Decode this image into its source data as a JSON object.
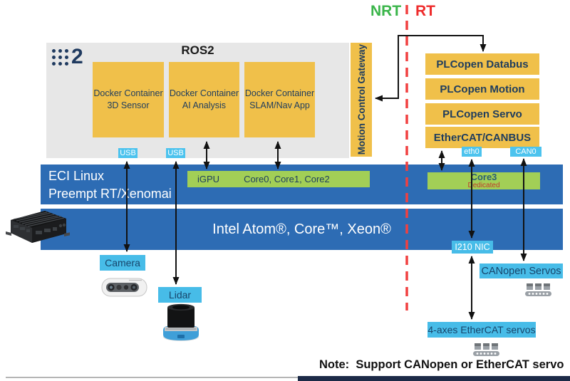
{
  "colors": {
    "yellow": "#f0c04a",
    "blue_band": "#2d6cb4",
    "green": "#a2cf56",
    "cyan": "#47bce8",
    "nrt_green": "#3ab54a",
    "rt_red": "#ee2b2b",
    "navy_text": "#1e3c5e"
  },
  "zones": {
    "nrt": "NRT",
    "rt": "RT"
  },
  "ros2_panel": {
    "title": "ROS2",
    "logo_two": "2",
    "containers": [
      {
        "line1": "Docker Container",
        "line2": "3D Sensor"
      },
      {
        "line1": "Docker Container",
        "line2": "AI Analysis"
      },
      {
        "line1": "Docker Container",
        "line2": "SLAM/Nav App"
      }
    ]
  },
  "ports": {
    "usb1": "USB",
    "usb2": "USB",
    "eth0": "eth0",
    "can0": "CAN0"
  },
  "motion_gateway": {
    "label": "Motion Control Gateway"
  },
  "plcopen": {
    "databus": "PLCopen Databus",
    "motion": "PLCopen Motion",
    "servo": "PLCopen Servo",
    "ethercat": "EtherCAT/CANBUS"
  },
  "os_band": {
    "line1": "ECI Linux",
    "line2": "Preempt RT/Xenomai",
    "igpu": "iGPU",
    "cores": "Core0, Core1, Core2",
    "core3": "Core3",
    "dedicated": "Dedicated"
  },
  "cpu_band": {
    "label": "Intel Atom®, Core™, Xeon®"
  },
  "devices": {
    "camera": "Camera",
    "lidar": "Lidar",
    "nic": "I210 NIC",
    "canopen_servos": "CANopen Servos",
    "ethercat_servos": "4-axes EtherCAT servos"
  },
  "note": "Note:  Support CANopen or EtherCAT servo"
}
